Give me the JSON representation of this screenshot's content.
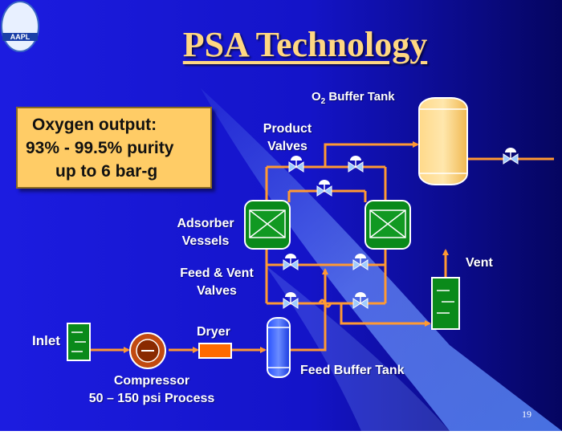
{
  "title": "PSA Technology",
  "callout": {
    "line1": "Oxygen output:",
    "line2": "93% - 99.5% purity",
    "line3": "up to 6 bar-g"
  },
  "labels": {
    "o2_buffer_tank_prefix": "O",
    "o2_buffer_tank_sub": "2",
    "o2_buffer_tank_suffix": " Buffer Tank",
    "product_valves_1": "Product",
    "product_valves_2": "Valves",
    "adsorber_vessels_1": "Adsorber",
    "adsorber_vessels_2": "Vessels",
    "feed_vent_valves_1": "Feed & Vent",
    "feed_vent_valves_2": "Valves",
    "vent": "Vent",
    "inlet": "Inlet",
    "dryer": "Dryer",
    "compressor_1": "Compressor",
    "compressor_2": "50 – 150 psi Process",
    "feed_buffer_tank": "Feed Buffer Tank"
  },
  "logo_text": "AAPL",
  "page_number": "19",
  "colors": {
    "background_dark": "#0a0aa8",
    "background_light": "#3f6ce0",
    "pipe": "#ff9933",
    "vessel_green": "#0a8a1a",
    "tank_yellow": "#ffcc66",
    "feed_tank_blue": "#2f5cff",
    "dryer_orange": "#ff6a00",
    "callout_bg": "#ffcc66",
    "title": "#ffd782"
  }
}
